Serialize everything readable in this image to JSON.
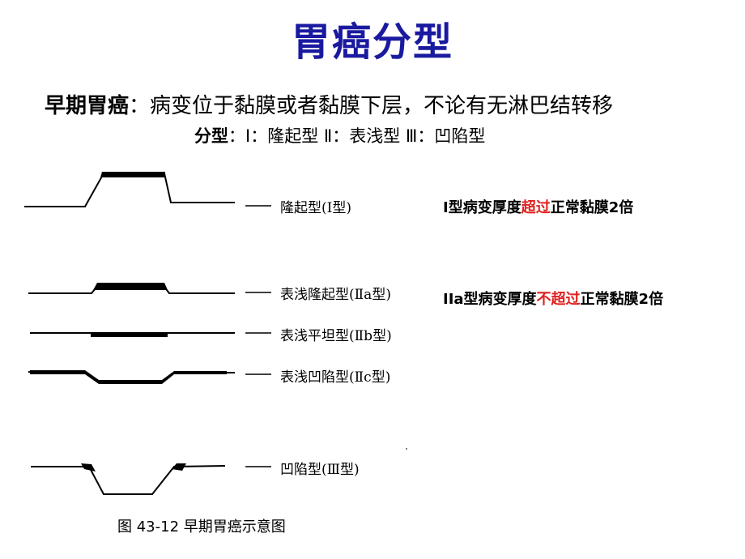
{
  "title": "胃癌分型",
  "intro": {
    "term": "早期胃癌",
    "colon": "：",
    "definition": "病变位于黏膜或者黏膜下层，不论有无淋巴结转移"
  },
  "subtypes": {
    "term": "分型",
    "text": "：Ⅰ：隆起型  Ⅱ：表浅型  Ⅲ：凹陷型"
  },
  "notes": [
    {
      "pre": "I型病变厚度",
      "highlight": "超过",
      "post": "正常黏膜2倍"
    },
    {
      "pre": "IIa型病变厚度",
      "highlight": "不超过",
      "post": "正常黏膜2倍"
    }
  ],
  "figure": {
    "labels": [
      "隆起型(Ⅰ型)",
      "表浅隆起型(Ⅱa型)",
      "表浅平坦型(Ⅱb型)",
      "表浅凹陷型(Ⅱc型)",
      "凹陷型(Ⅲ型)"
    ],
    "caption": "图 43-12   早期胃癌示意图"
  },
  "colors": {
    "title": "#1a1aa0",
    "highlight": "#e0201e"
  }
}
